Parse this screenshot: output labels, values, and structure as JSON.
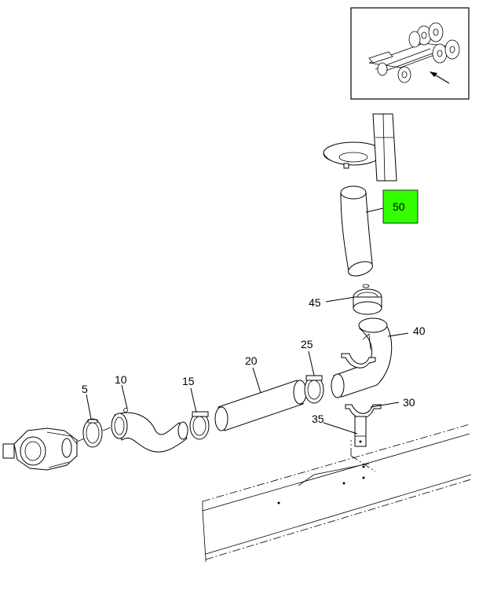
{
  "diagram": {
    "callouts": {
      "c5": "5",
      "c10": "10",
      "c15": "15",
      "c20": "20",
      "c25": "25",
      "c30": "30",
      "c35": "35",
      "c40": "40",
      "c45": "45",
      "c50": "50"
    },
    "highlight_color": "#33ff00",
    "highlighted_part": "50"
  }
}
